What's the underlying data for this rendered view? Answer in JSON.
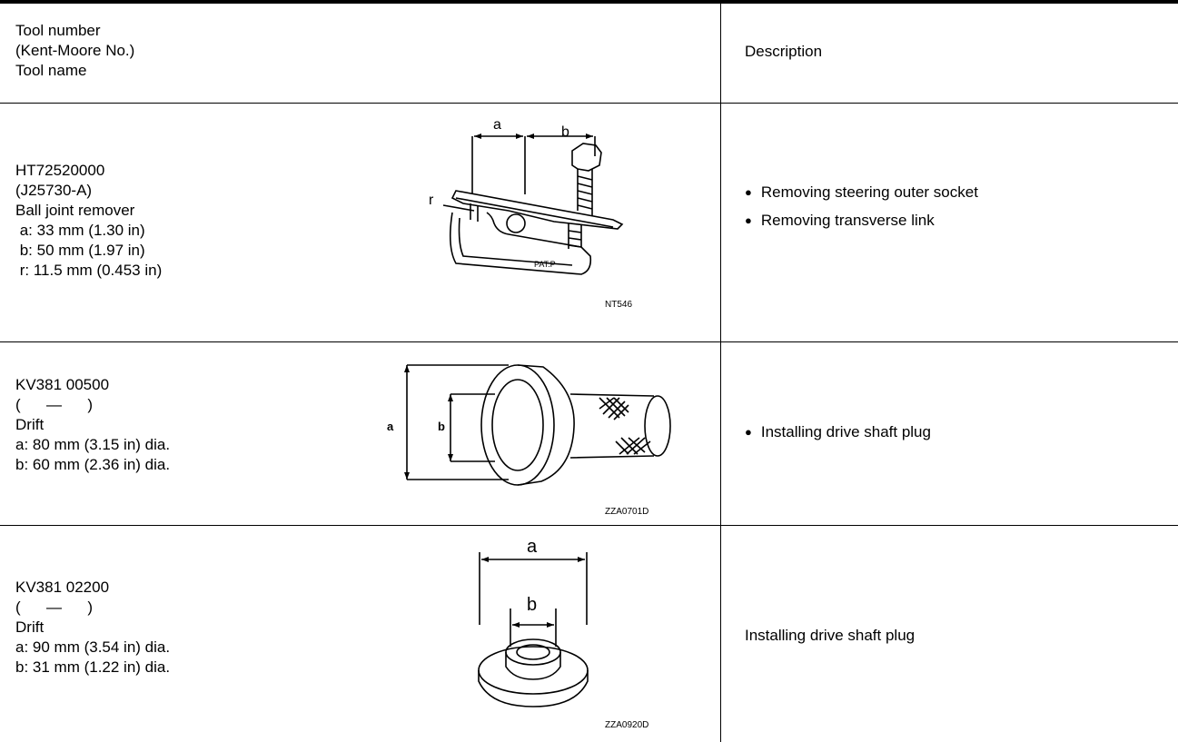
{
  "header": {
    "tool_col": [
      "Tool number",
      "(Kent-Moore No.)",
      "Tool name"
    ],
    "description_col": "Description"
  },
  "rows": [
    {
      "tool_number": "HT72520000",
      "kent_moore": "(J25730-A)",
      "tool_name": "Ball joint remover",
      "specs": [
        " a: 33 mm (1.30 in)",
        " b: 50 mm (1.97 in)",
        " r: 11.5 mm (0.453 in)"
      ],
      "figure_code": "NT546",
      "figure_labels": [
        "a",
        "b",
        "r",
        "PAT.P"
      ],
      "description": [
        "Removing steering outer socket",
        "Removing transverse link"
      ]
    },
    {
      "tool_number": "KV381 00500",
      "kent_moore": "(      —      )",
      "tool_name": "Drift",
      "specs": [
        "a: 80 mm (3.15 in) dia.",
        "b: 60 mm (2.36 in) dia."
      ],
      "figure_code": "ZZA0701D",
      "figure_labels": [
        "a",
        "b"
      ],
      "description": [
        "Installing drive shaft plug"
      ]
    },
    {
      "tool_number": "KV381 02200",
      "kent_moore": "(      —      )",
      "tool_name": "Drift",
      "specs": [
        "a: 90 mm (3.54 in) dia.",
        "b: 31 mm (1.22 in) dia."
      ],
      "figure_code": "ZZA0920D",
      "figure_labels": [
        "a",
        "b"
      ],
      "description": [
        "Installing drive shaft plug"
      ]
    }
  ]
}
